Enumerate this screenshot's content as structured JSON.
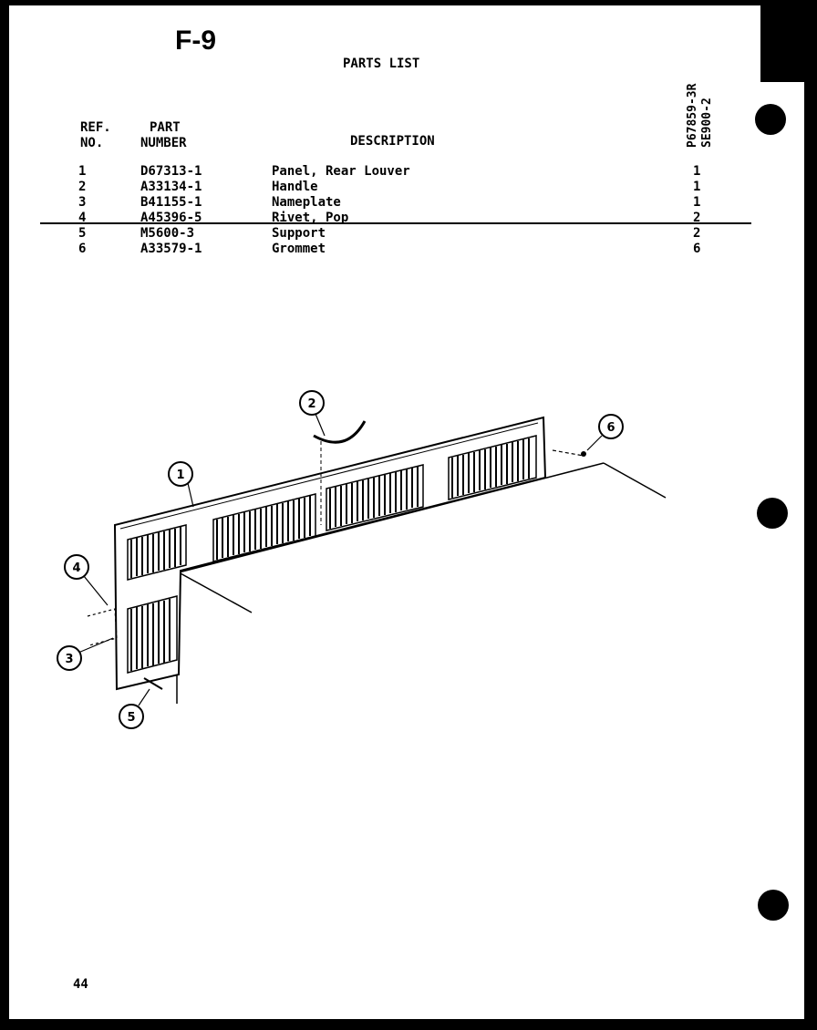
{
  "title": "F-9",
  "parts_list_label": "PARTS LIST",
  "headers": {
    "ref_line1": "REF.",
    "ref_line2": "NO.",
    "part_line1": "PART",
    "part_line2": "NUMBER",
    "description": "DESCRIPTION",
    "model_1": "P67859-3R",
    "model_2": "SE900-2"
  },
  "rows": [
    {
      "ref": "1",
      "part": "D67313-1",
      "desc": "Panel, Rear Louver",
      "qty": "1"
    },
    {
      "ref": "2",
      "part": "A33134-1",
      "desc": "Handle",
      "qty": "1"
    },
    {
      "ref": "3",
      "part": "B41155-1",
      "desc": "Nameplate",
      "qty": "1"
    },
    {
      "ref": "4",
      "part": "A45396-5",
      "desc": "Rivet, Pop",
      "qty": "2"
    },
    {
      "ref": "5",
      "part": "M5600-3",
      "desc": "Support",
      "qty": "2"
    },
    {
      "ref": "6",
      "part": "A33579-1",
      "desc": "Grommet",
      "qty": "6"
    }
  ],
  "callouts": [
    "1",
    "2",
    "3",
    "4",
    "5",
    "6"
  ],
  "page_number": "44"
}
